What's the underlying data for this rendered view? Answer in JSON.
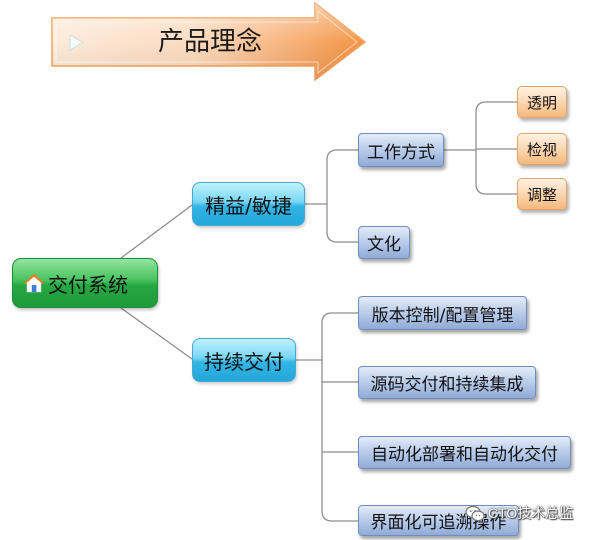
{
  "banner": {
    "title": "产品理念",
    "icon": "play-icon"
  },
  "root": {
    "label": "交付系统",
    "icon": "home-icon"
  },
  "branches": [
    {
      "label": "精益/敏捷",
      "children": [
        {
          "label": "工作方式",
          "children": [
            {
              "label": "透明"
            },
            {
              "label": "检视"
            },
            {
              "label": "调整"
            }
          ]
        },
        {
          "label": "文化"
        }
      ]
    },
    {
      "label": "持续交付",
      "children": [
        {
          "label": "版本控制/配置管理"
        },
        {
          "label": "源码交付和持续集成"
        },
        {
          "label": "自动化部署和自动化交付"
        },
        {
          "label": "界面化可追溯操作"
        }
      ]
    }
  ],
  "watermark": {
    "text": "CTO技术总监",
    "icon": "wechat-icon"
  },
  "colors": {
    "root": "#1f8f3a",
    "level1": "#45a9d2",
    "level2": "#6e8ec3",
    "level3": "#e9a262",
    "banner": "#f0a05a",
    "connector": "#8e8e8e"
  }
}
